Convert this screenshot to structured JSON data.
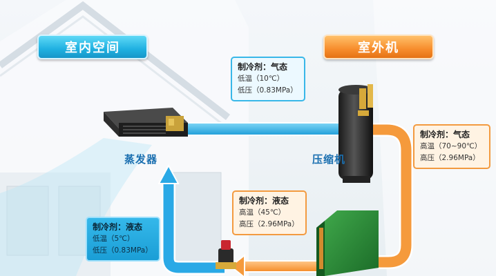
{
  "titles": {
    "indoor": "室内空间",
    "outdoor": "室外机"
  },
  "components": {
    "evaporator": "蒸发器",
    "compressor": "压缩机"
  },
  "callouts": {
    "gas_low": {
      "head": "制冷剂：气态",
      "line1": "低温（10℃）",
      "line2": "低压（0.83MPa）"
    },
    "gas_high": {
      "head": "制冷剂：气态",
      "line1": "高温（70~90℃）",
      "line2": "高压（2.96MPa）"
    },
    "liquid_high": {
      "head": "制冷剂：液态",
      "line1": "高温（45℃）",
      "line2": "高压（2.96MPa）"
    },
    "liquid_low": {
      "head": "制冷剂：液态",
      "line1": "低温（5℃）",
      "line2": "低压（0.83MPa）"
    }
  },
  "colors": {
    "cold": "#2aa9e6",
    "hot": "#f59a3c",
    "indoor_title": "#1fb1e1",
    "outdoor_title": "#f78d2c"
  }
}
